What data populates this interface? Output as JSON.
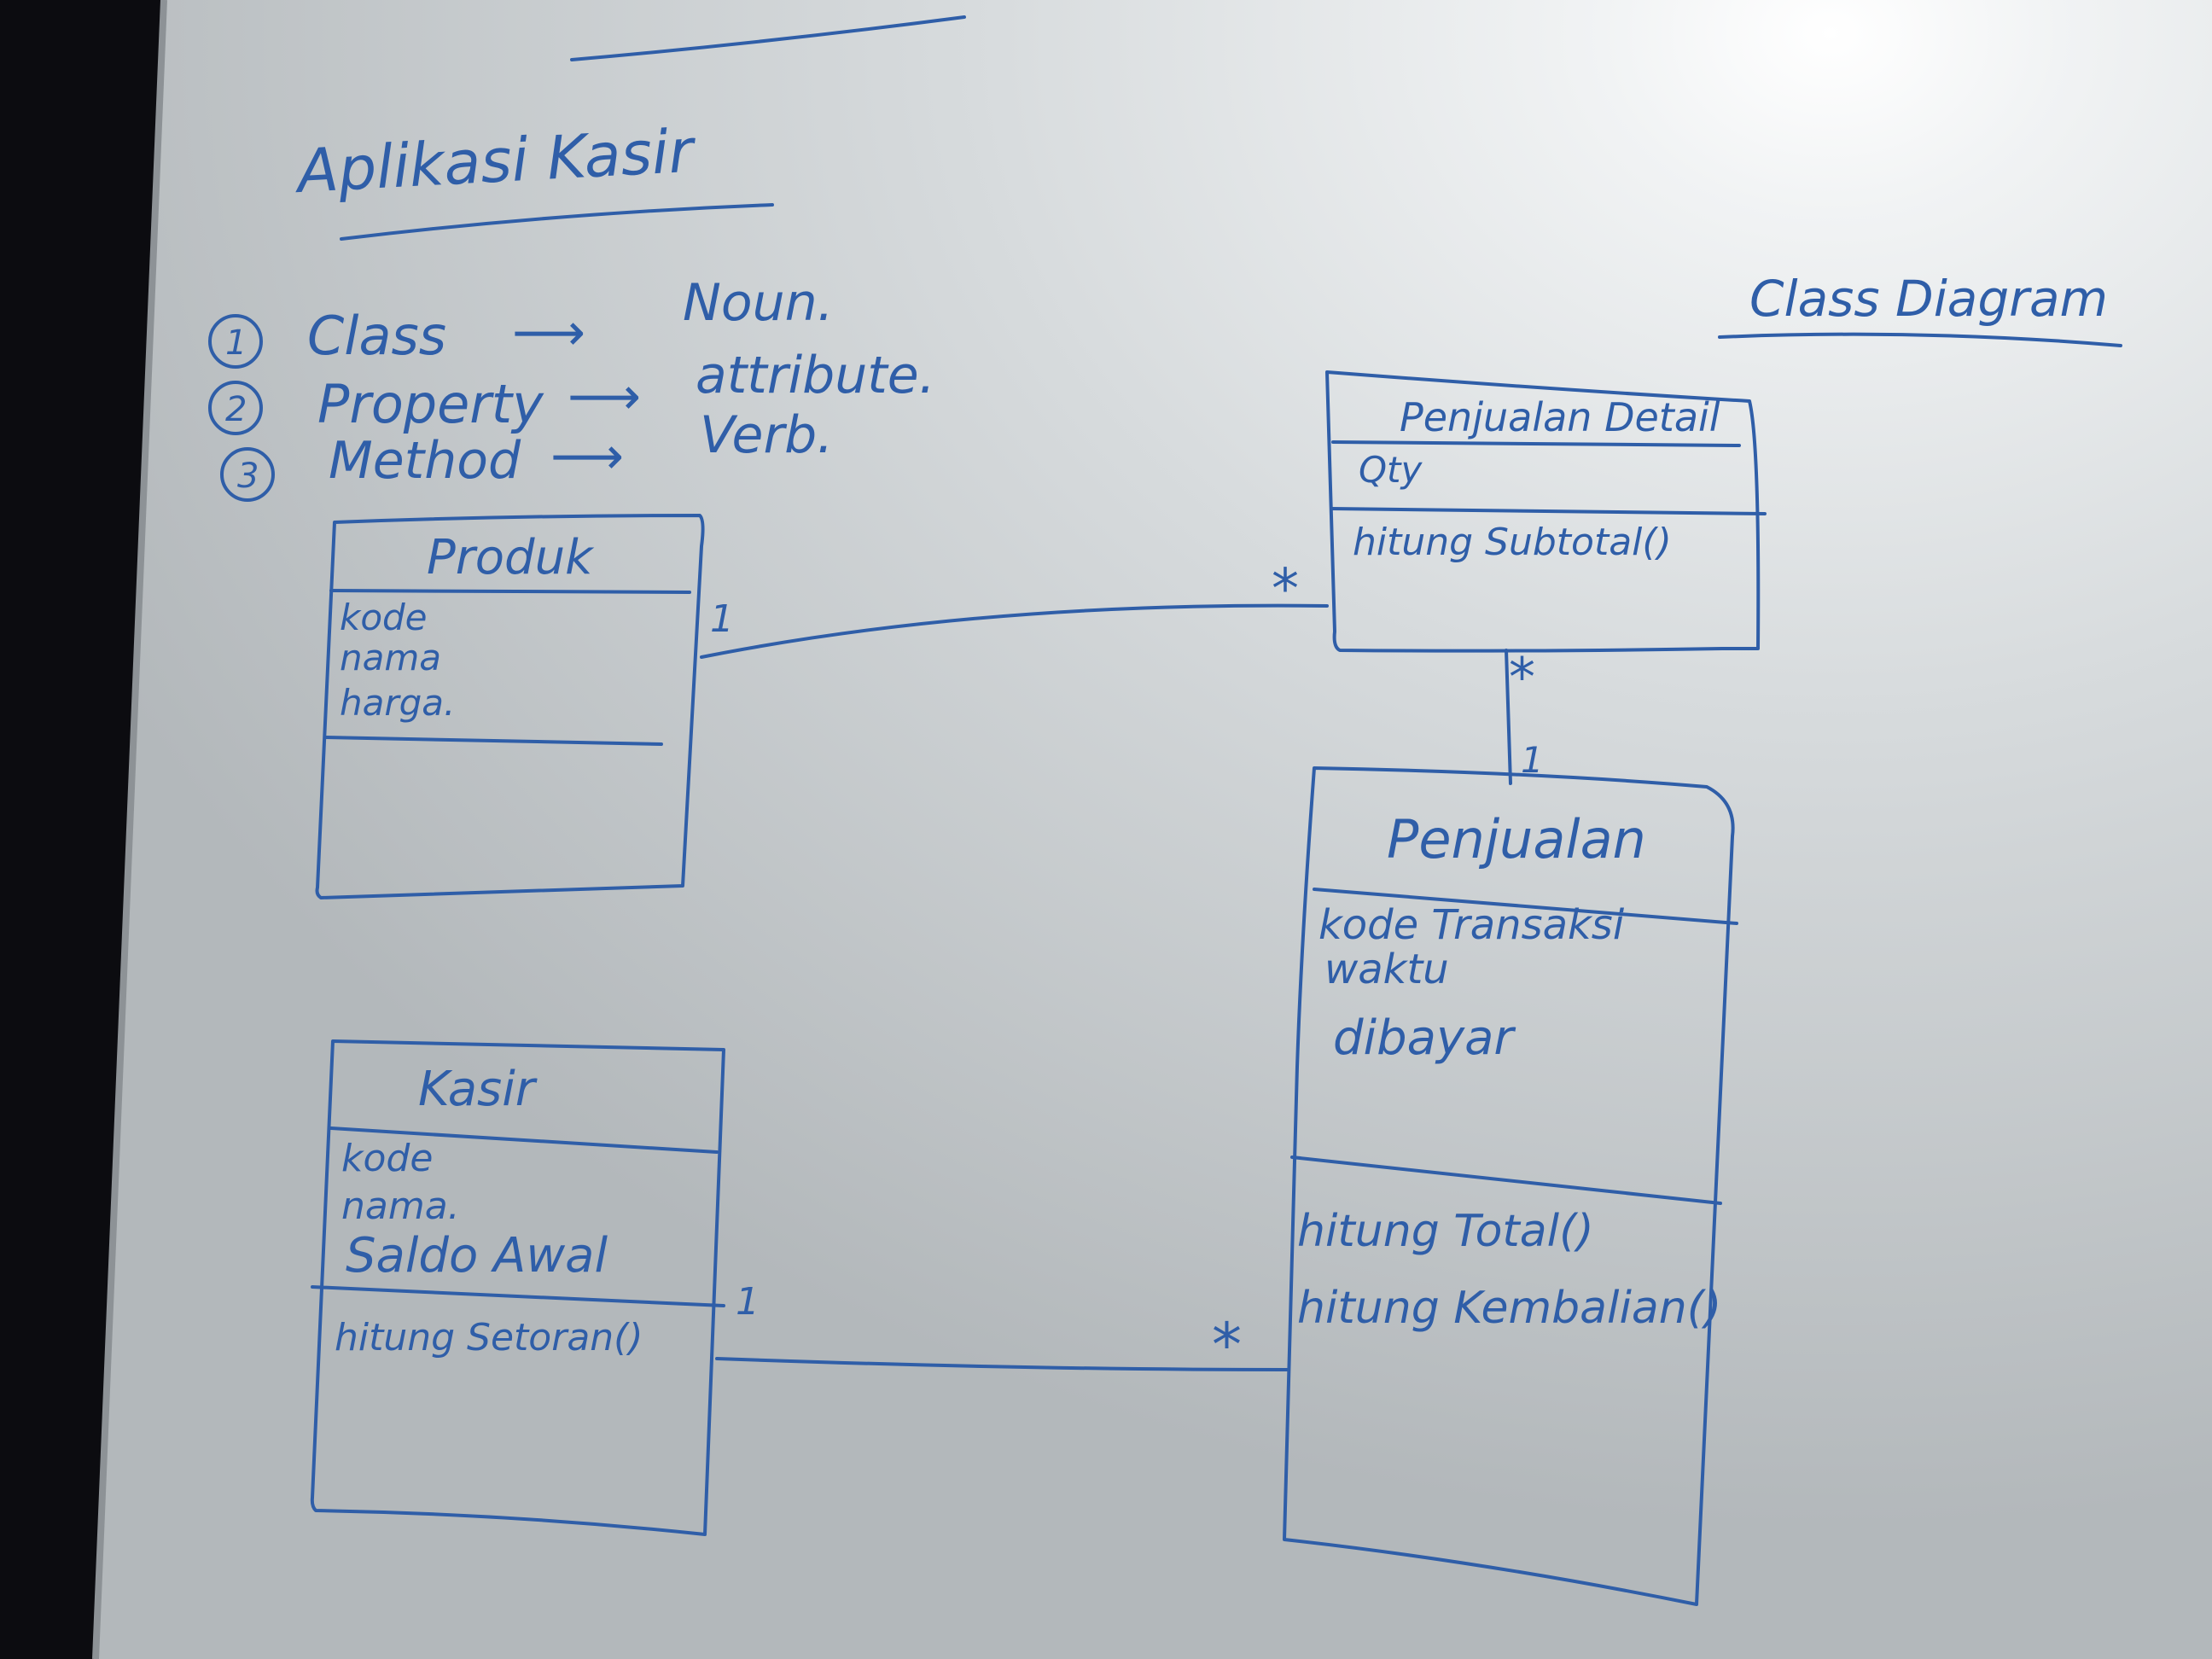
{
  "title": "Aplikasi Kasir",
  "heading": "Class Diagram",
  "legend": [
    {
      "num": "1",
      "term": "Class",
      "arrow": "⟶",
      "meaning": "Noun."
    },
    {
      "num": "2",
      "term": "Property",
      "arrow": "⟶",
      "meaning": "attribute."
    },
    {
      "num": "3",
      "term": "Method",
      "arrow": "⟶",
      "meaning": "Verb."
    }
  ],
  "classes": {
    "produk": {
      "name": "Produk",
      "attributes": [
        "kode",
        "nama",
        "harga."
      ],
      "methods": []
    },
    "kasir": {
      "name": "Kasir",
      "attributes": [
        "kode",
        "nama.",
        "Saldo Awal"
      ],
      "methods": [
        "hitung Setoran()"
      ]
    },
    "penjualan_detail": {
      "name": "Penjualan Detail",
      "attributes": [
        "Qty"
      ],
      "methods": [
        "hitung Subtotal()"
      ]
    },
    "penjualan": {
      "name": "Penjualan",
      "attributes": [
        "kode Transaksi",
        "waktu",
        "dibayar"
      ],
      "methods": [
        "hitung Total()",
        "hitung Kembalian()"
      ]
    }
  },
  "associations": [
    {
      "from": "Produk",
      "to": "Penjualan Detail",
      "from_mult": "1",
      "to_mult": "*"
    },
    {
      "from": "Penjualan Detail",
      "to": "Penjualan",
      "from_mult": "*",
      "to_mult": "1"
    },
    {
      "from": "Kasir",
      "to": "Penjualan",
      "from_mult": "1",
      "to_mult": "*"
    }
  ],
  "colors": {
    "ink": "#2f5ea8",
    "board": "#d9dde0",
    "background": "#0c0c10"
  }
}
